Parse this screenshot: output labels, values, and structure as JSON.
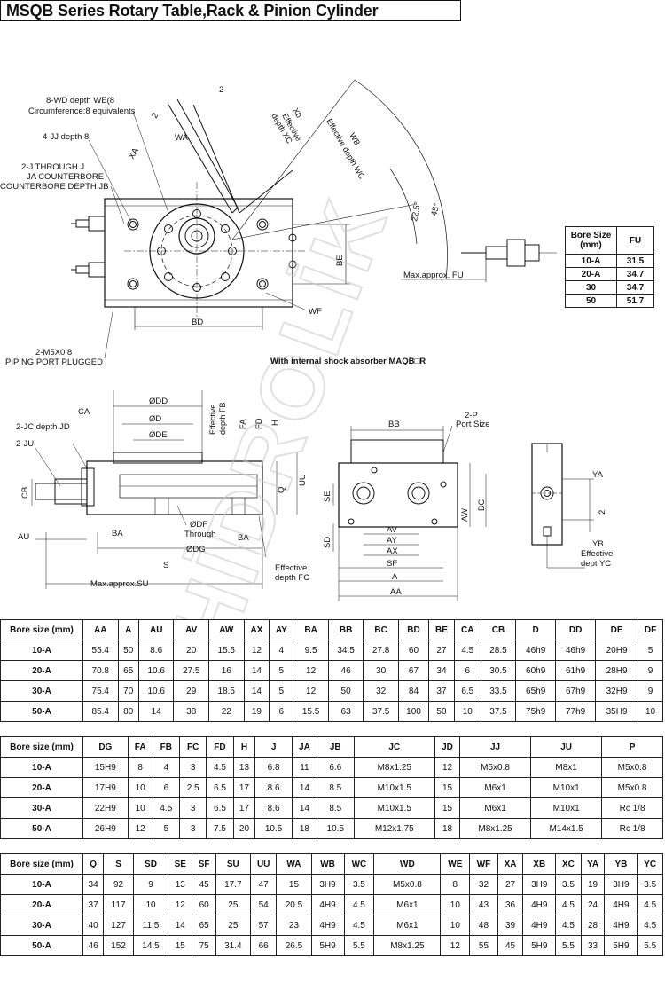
{
  "title": "MSQB Series Rotary Table,Rack & Pinion Cylinder",
  "watermark": "ARCA HİDROLİK",
  "top_view_labels": {
    "wd": "8-WD depth WE(8",
    "circumference": "Circumference:8 equivalents",
    "jj": "4-JJ depth 8",
    "j_through": "2-J THROUGH J",
    "ja_counterbore": "JA COUNTERBORE",
    "counterbore_depth": "COUNTERBORE DEPTH JB",
    "m5": "2-M5X0.8",
    "piping": "PIPING PORT PLUGGED",
    "xa": "XA",
    "wa": "WA",
    "two_a": "2",
    "two_b": "2",
    "xb": "Xb",
    "xb_effective": "Effective",
    "xb_depth": "depth XC",
    "wb": "WB",
    "wb_effective": "Effective depth WC",
    "deg22": "22.5°",
    "deg45": "45°",
    "be": "BE",
    "bd": "BD",
    "wf": "WF",
    "max_fu": "Max.approx. FU",
    "shock": "With internal shock absorber MAQB□R"
  },
  "fu_table": {
    "header": [
      "Bore Size\n(mm)",
      "FU"
    ],
    "rows": [
      [
        "10-A",
        "31.5"
      ],
      [
        "20-A",
        "34.7"
      ],
      [
        "30",
        "34.7"
      ],
      [
        "50",
        "51.7"
      ]
    ]
  },
  "side_view_labels": {
    "ca": "CA",
    "jc": "2-JC depth JD",
    "ju": "2-JU",
    "cb": "CB",
    "au": "AU",
    "ba1": "BA",
    "ba2": "BA",
    "s": "S",
    "max_su": "Max.approx.SU",
    "dd": "ØDD",
    "d": "ØD",
    "de": "ØDE",
    "eff_fb1": "Effective",
    "eff_fb2": "depth FB",
    "fa": "FA",
    "fd": "FD",
    "h": "H",
    "q": "Q",
    "uu": "UU",
    "df": "ØDF",
    "through": "Through",
    "dg": "ØDG",
    "eff_fc1": "Effective",
    "eff_fc2": "depth FC"
  },
  "end_view_labels": {
    "bb": "BB",
    "port1": "2-P",
    "port2": "Port Size",
    "se": "SE",
    "sd": "SD",
    "aw": "AW",
    "bc": "BC",
    "av": "AV",
    "ay": "AY",
    "ax": "AX",
    "sf": "SF",
    "a": "A",
    "aa": "AA"
  },
  "detail_labels": {
    "ya": "YA",
    "two": "2",
    "yb": "YB",
    "yb_eff": "Effective",
    "yb_dept": "dept YC"
  },
  "table1": {
    "header": [
      "Bore size (mm)",
      "AA",
      "A",
      "AU",
      "AV",
      "AW",
      "AX",
      "AY",
      "BA",
      "BB",
      "BC",
      "BD",
      "BE",
      "CA",
      "CB",
      "D",
      "DD",
      "DE",
      "DF"
    ],
    "rows": [
      [
        "10-A",
        "55.4",
        "50",
        "8.6",
        "20",
        "15.5",
        "12",
        "4",
        "9.5",
        "34.5",
        "27.8",
        "60",
        "27",
        "4.5",
        "28.5",
        "46h9",
        "46h9",
        "20H9",
        "5"
      ],
      [
        "20-A",
        "70.8",
        "65",
        "10.6",
        "27.5",
        "16",
        "14",
        "5",
        "12",
        "46",
        "30",
        "67",
        "34",
        "6",
        "30.5",
        "60h9",
        "61h9",
        "28H9",
        "9"
      ],
      [
        "30-A",
        "75.4",
        "70",
        "10.6",
        "29",
        "18.5",
        "14",
        "5",
        "12",
        "50",
        "32",
        "84",
        "37",
        "6.5",
        "33.5",
        "65h9",
        "67h9",
        "32H9",
        "9"
      ],
      [
        "50-A",
        "85.4",
        "80",
        "14",
        "38",
        "22",
        "19",
        "6",
        "15.5",
        "63",
        "37.5",
        "100",
        "50",
        "10",
        "37.5",
        "75h9",
        "77h9",
        "35H9",
        "10"
      ]
    ]
  },
  "table2": {
    "header": [
      "Bore size (mm)",
      "DG",
      "FA",
      "FB",
      "FC",
      "FD",
      "H",
      "J",
      "JA",
      "JB",
      "JC",
      "JD",
      "JJ",
      "JU",
      "P"
    ],
    "rows": [
      [
        "10-A",
        "15H9",
        "8",
        "4",
        "3",
        "4.5",
        "13",
        "6.8",
        "11",
        "6.6",
        "M8x1.25",
        "12",
        "M5x0.8",
        "M8x1",
        "M5x0.8"
      ],
      [
        "20-A",
        "17H9",
        "10",
        "6",
        "2.5",
        "6.5",
        "17",
        "8.6",
        "14",
        "8.5",
        "M10x1.5",
        "15",
        "M6x1",
        "M10x1",
        "M5x0.8"
      ],
      [
        "30-A",
        "22H9",
        "10",
        "4.5",
        "3",
        "6.5",
        "17",
        "8.6",
        "14",
        "8.5",
        "M10x1.5",
        "15",
        "M6x1",
        "M10x1",
        "Rc 1/8"
      ],
      [
        "50-A",
        "26H9",
        "12",
        "5",
        "3",
        "7.5",
        "20",
        "10.5",
        "18",
        "10.5",
        "M12x1.75",
        "18",
        "M8x1.25",
        "M14x1.5",
        "Rc 1/8"
      ]
    ]
  },
  "table3": {
    "header": [
      "Bore size (mm)",
      "Q",
      "S",
      "SD",
      "SE",
      "SF",
      "SU",
      "UU",
      "WA",
      "WB",
      "WC",
      "WD",
      "WE",
      "WF",
      "XA",
      "XB",
      "XC",
      "YA",
      "YB",
      "YC"
    ],
    "rows": [
      [
        "10-A",
        "34",
        "92",
        "9",
        "13",
        "45",
        "17.7",
        "47",
        "15",
        "3H9",
        "3.5",
        "M5x0.8",
        "8",
        "32",
        "27",
        "3H9",
        "3.5",
        "19",
        "3H9",
        "3.5"
      ],
      [
        "20-A",
        "37",
        "117",
        "10",
        "12",
        "60",
        "25",
        "54",
        "20.5",
        "4H9",
        "4.5",
        "M6x1",
        "10",
        "43",
        "36",
        "4H9",
        "4.5",
        "24",
        "4H9",
        "4.5"
      ],
      [
        "30-A",
        "40",
        "127",
        "11.5",
        "14",
        "65",
        "25",
        "57",
        "23",
        "4H9",
        "4.5",
        "M6x1",
        "10",
        "48",
        "39",
        "4H9",
        "4.5",
        "28",
        "4H9",
        "4.5"
      ],
      [
        "50-A",
        "46",
        "152",
        "14.5",
        "15",
        "75",
        "31.4",
        "66",
        "26.5",
        "5H9",
        "5.5",
        "M8x1.25",
        "12",
        "55",
        "45",
        "5H9",
        "5.5",
        "33",
        "5H9",
        "5.5"
      ]
    ]
  }
}
